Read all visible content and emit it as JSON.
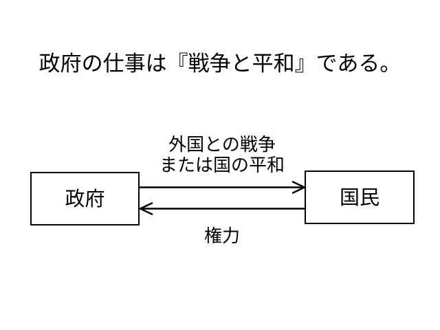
{
  "slide": {
    "title": "政府の仕事は『戦争と平和』である。",
    "background_color": "#ffffff",
    "ink_color": "#000000"
  },
  "diagram": {
    "type": "two-node-bidirectional-flow",
    "nodes": [
      {
        "id": "government",
        "label": "政府"
      },
      {
        "id": "people",
        "label": "国民"
      }
    ],
    "edges": [
      {
        "id": "war-peace",
        "from": "government",
        "to": "people",
        "direction": "right",
        "label_line_1": "外国との戦争",
        "label_line_2": "または国の平和"
      },
      {
        "id": "power",
        "from": "people",
        "to": "government",
        "direction": "left",
        "label_line_1": "権力"
      }
    ]
  }
}
